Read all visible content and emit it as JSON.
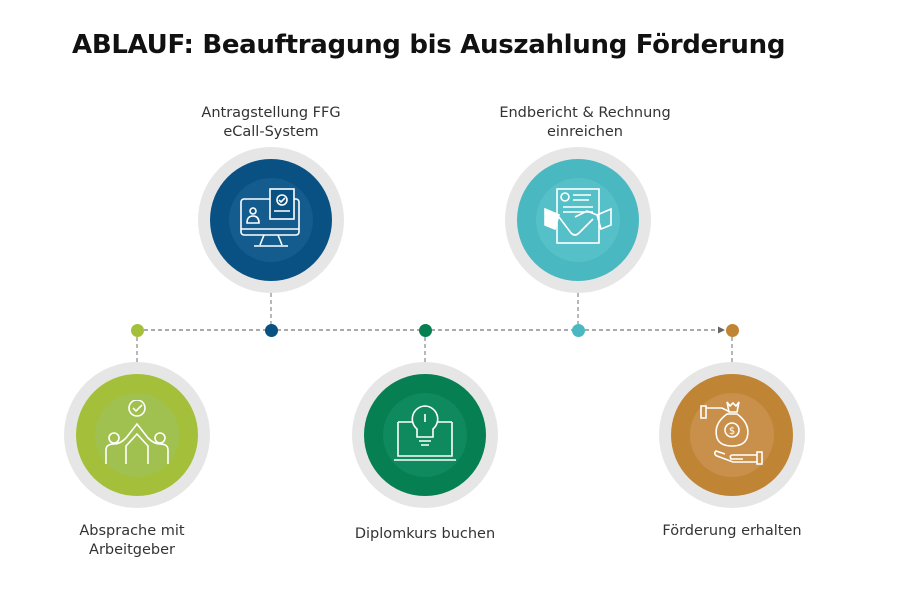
{
  "title": "ABLAUF: Beauftragung bis Auszahlung Förderung",
  "steps": [
    {
      "label_1": "Absprache mit",
      "label_2": "Arbeitgeber",
      "icon": "high-five-check-icon",
      "color": "#a4c03a",
      "inner": "#a0c050"
    },
    {
      "label_1": "Antragstellung FFG",
      "label_2": "eCall-System",
      "icon": "computer-document-check-icon",
      "color": "#0a5183",
      "inner": "#135c8d"
    },
    {
      "label_1": "Diplomkurs buchen",
      "label_2": "",
      "icon": "lightbulb-laptop-icon",
      "color": "#067f52",
      "inner": "#0f8a5e"
    },
    {
      "label_1": "Endbericht & Rechnung",
      "label_2": "einreichen",
      "icon": "handshake-contract-icon",
      "color": "#49b8c0",
      "inner": "#55c0c7"
    },
    {
      "label_1": "Förderung erhalten",
      "label_2": "",
      "icon": "money-bag-hand-icon",
      "color": "#c08435",
      "inner": "#c8904a"
    }
  ]
}
